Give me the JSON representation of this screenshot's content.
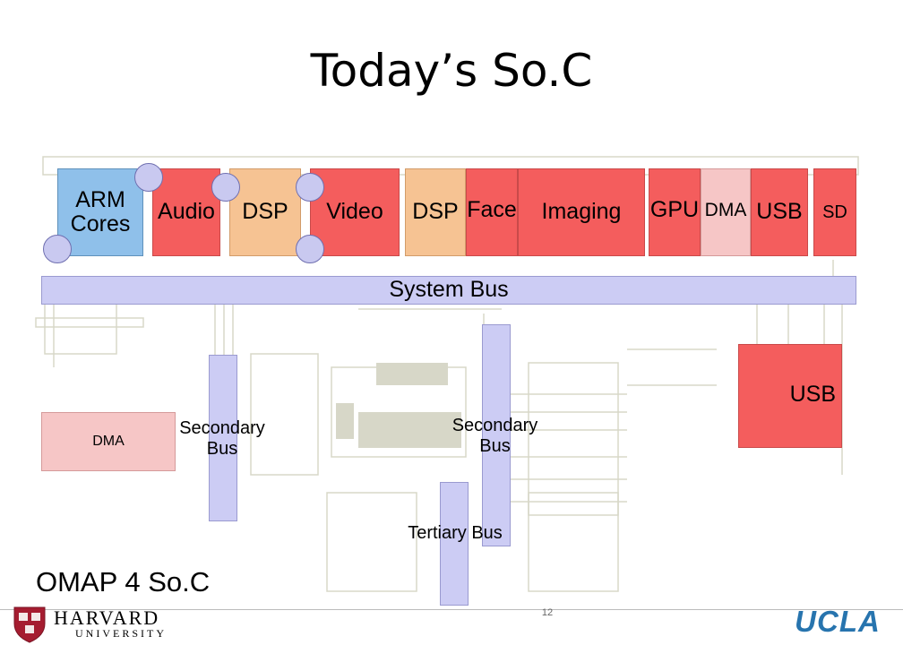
{
  "slide": {
    "title": "Today’s So.C",
    "subtitle": "OMAP 4 So.C",
    "page_number": "12"
  },
  "top_blocks": {
    "arm_cores": "ARM Cores",
    "audio": "Audio",
    "dsp1": "DSP",
    "video": "Video",
    "dsp2": "DSP",
    "face": "Face",
    "imaging": "Imaging",
    "gpu": "GPU",
    "dma": "DMA",
    "usb": "USB",
    "sd": "SD"
  },
  "buses": {
    "system": "System Bus",
    "secondary_left": "Secondary Bus",
    "secondary_right": "Secondary Bus",
    "tertiary": "Tertiary Bus"
  },
  "lower_blocks": {
    "dma": "DMA",
    "usb": "USB"
  },
  "logos": {
    "harvard_name": "HARVARD",
    "harvard_sub": "UNIVERSITY",
    "ucla": "UCLA"
  },
  "colors": {
    "accent_red": "#f45d5d",
    "dma_pink": "#f6c6c6",
    "dsp_orange": "#f6c393",
    "arm_blue": "#8fc0ea",
    "bus_lavender": "#ccccf4",
    "ucla_blue": "#2774ae"
  }
}
